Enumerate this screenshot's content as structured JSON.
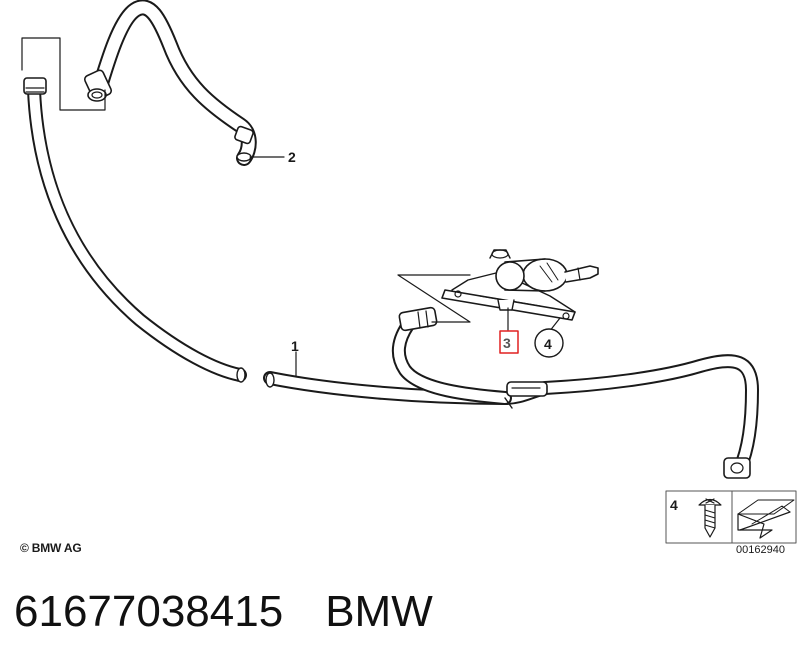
{
  "callouts": {
    "c1": "1",
    "c2": "2",
    "c3": "3",
    "c4": "4"
  },
  "legend": {
    "label": "4"
  },
  "image_number": "00162940",
  "copyright": "© BMW AG",
  "footer": {
    "part_number": "61677038415",
    "brand": "BMW"
  },
  "colors": {
    "highlight_box": "#e02020",
    "highlight_text": "#555555",
    "line": "#1a1a1a"
  }
}
